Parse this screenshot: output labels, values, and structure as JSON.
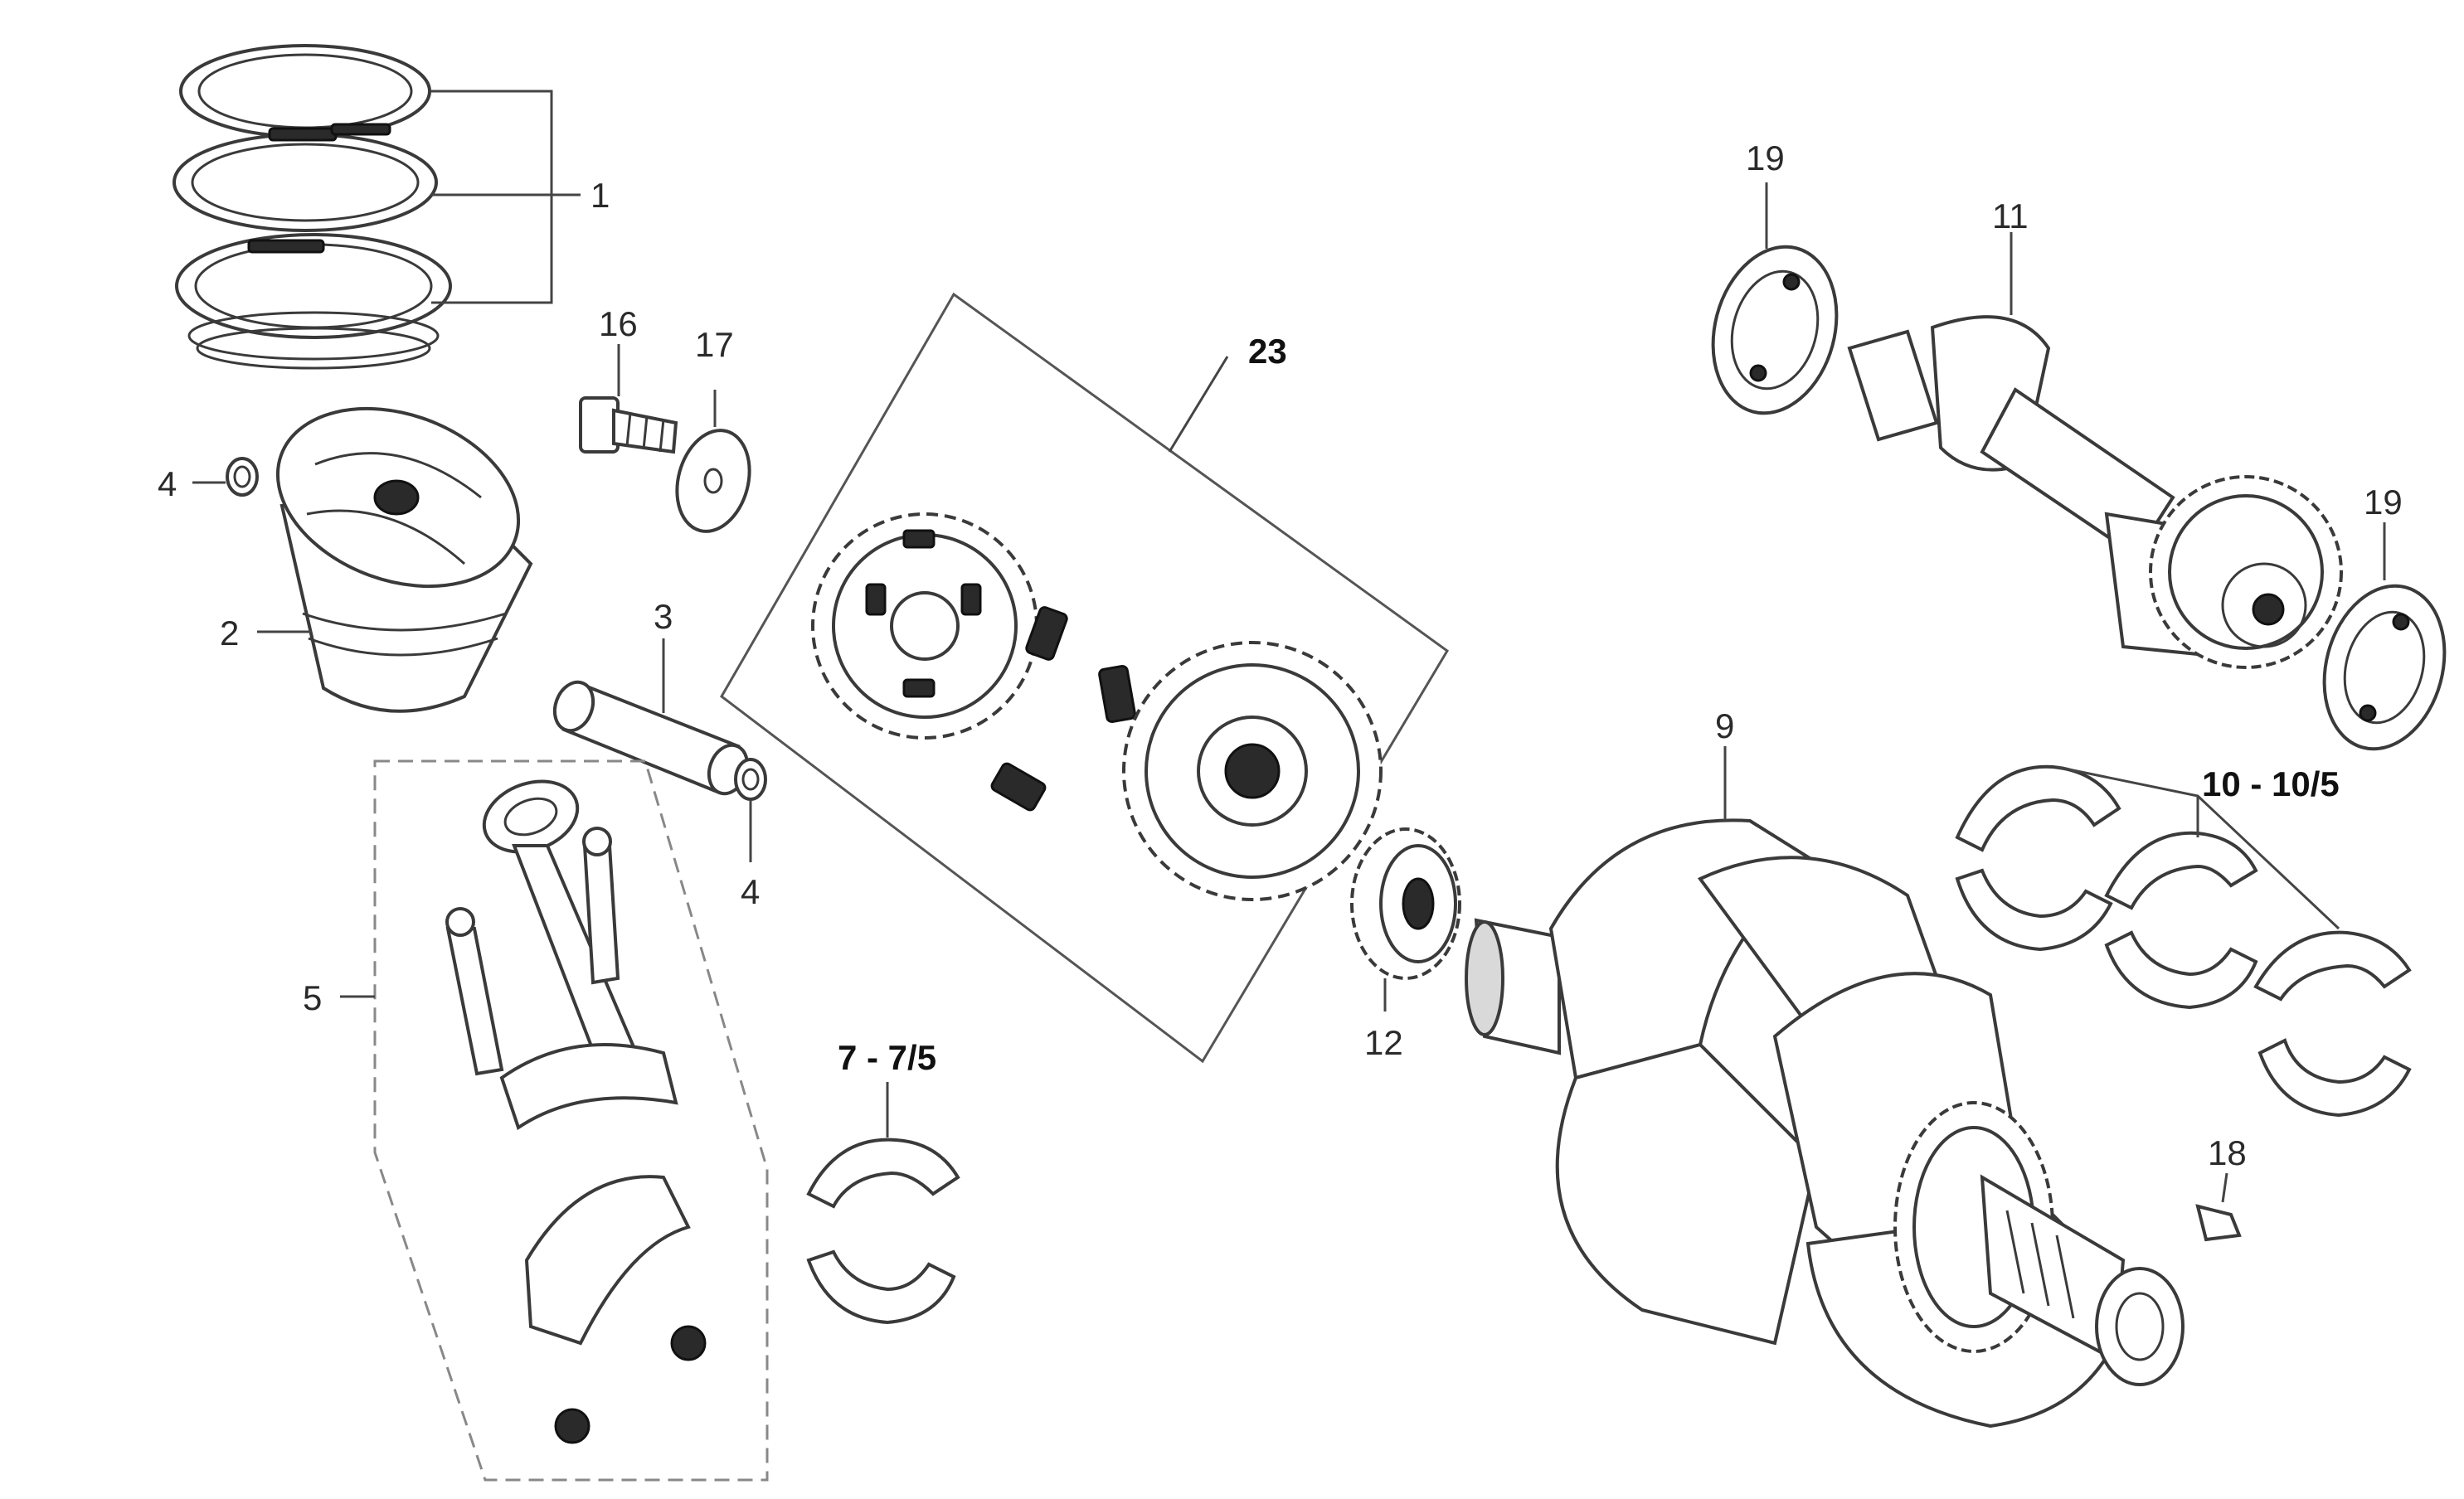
{
  "callouts": {
    "c1": "1",
    "c2": "2",
    "c3": "3",
    "c4a": "4",
    "c4b": "4",
    "c5": "5",
    "c7": "7 - 7/5",
    "c9": "9",
    "c10": "10 - 10/5",
    "c11": "11",
    "c12": "12",
    "c16": "16",
    "c17": "17",
    "c18": "18",
    "c19a": "19",
    "c19b": "19",
    "c23": "23"
  }
}
